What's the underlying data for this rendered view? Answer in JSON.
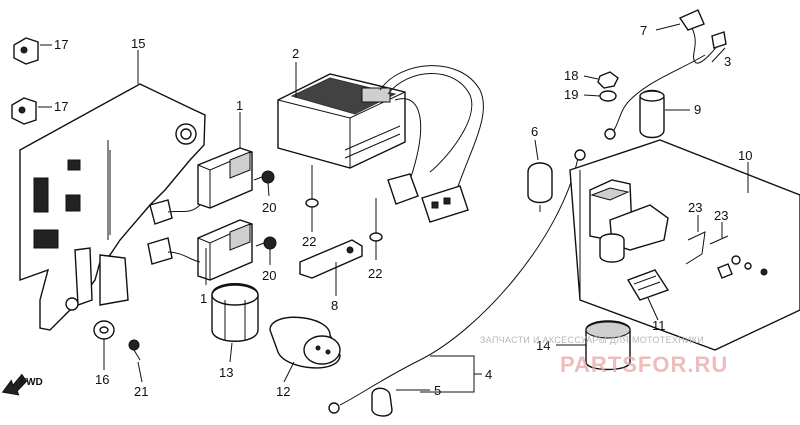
{
  "diagram": {
    "callouts": [
      "1",
      "1",
      "2",
      "3",
      "4",
      "5",
      "6",
      "7",
      "8",
      "9",
      "10",
      "11",
      "12",
      "13",
      "14",
      "15",
      "16",
      "17",
      "17",
      "18",
      "19",
      "20",
      "20",
      "21",
      "22",
      "22",
      "23",
      "23"
    ],
    "direction_label": "FWD",
    "watermark_caption": "ЗАПЧАСТИ И АКСЕССУАРЫ ДЛЯ МОТОТЕХНИКИ",
    "watermark_brand": "PARTSFOR.RU",
    "colors": {
      "line": "#111111",
      "watermark": "#e8a8a8"
    }
  }
}
